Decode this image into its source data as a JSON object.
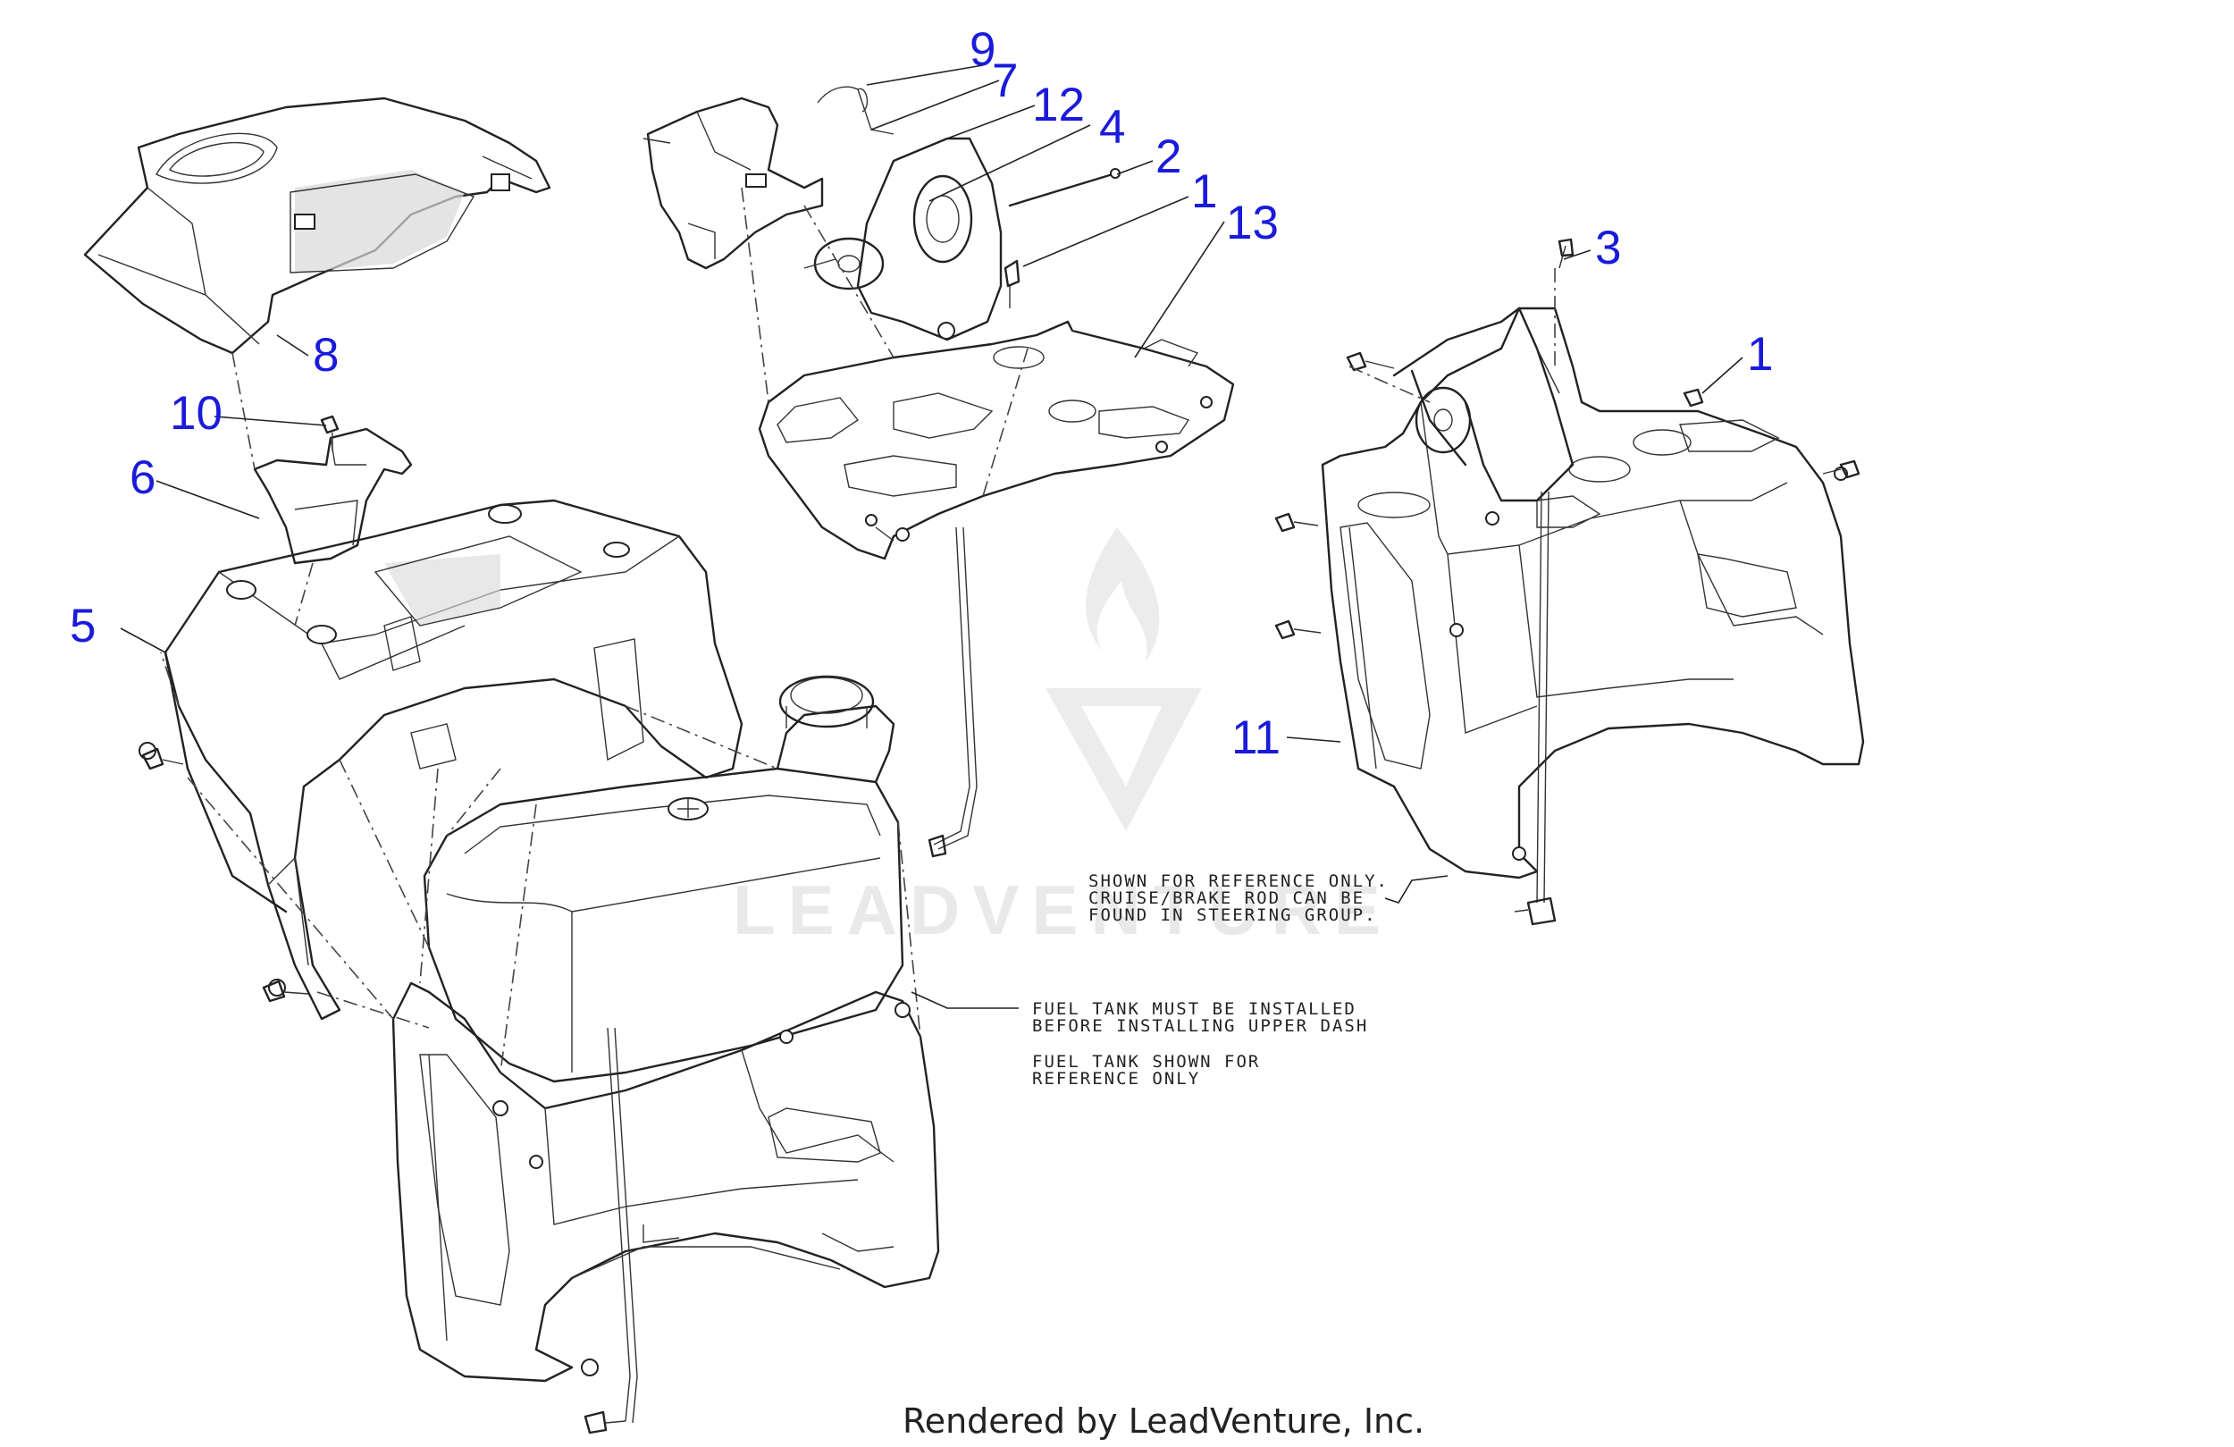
{
  "callouts": {
    "c1a": "1",
    "c1b": "1",
    "c2": "2",
    "c3": "3",
    "c4": "4",
    "c5": "5",
    "c6": "6",
    "c7": "7",
    "c8": "8",
    "c9": "9",
    "c10": "10",
    "c11": "11",
    "c12": "12",
    "c13": "13"
  },
  "notes": {
    "cruise_line1": "SHOWN FOR REFERENCE ONLY.",
    "cruise_line2": "CRUISE/BRAKE ROD CAN BE",
    "cruise_line3": "FOUND IN STEERING GROUP.",
    "fuel_line1": "FUEL TANK MUST BE INSTALLED",
    "fuel_line2": "BEFORE INSTALLING UPPER DASH",
    "fuel_line3": "FUEL TANK SHOWN FOR",
    "fuel_line4": "REFERENCE ONLY"
  },
  "footer": "Rendered by LeadVenture, Inc.",
  "watermark": "LEADVENTURE",
  "colors": {
    "callout": "#1a1adb",
    "line": "#222222",
    "watermark": "#e9e9e9"
  }
}
